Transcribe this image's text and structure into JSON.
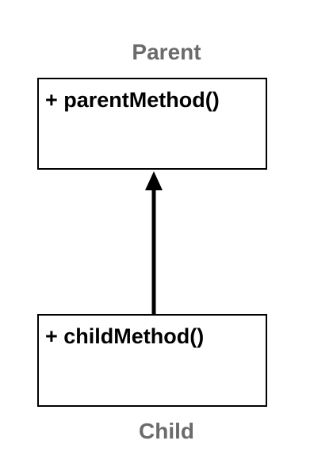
{
  "diagram": {
    "parent": {
      "name": "Parent",
      "method": "+ parentMethod()"
    },
    "child": {
      "name": "Child",
      "method": "+ childMethod()"
    },
    "relationship": "inheritance",
    "line_color": "#000000",
    "name_color": "#6b6b6b"
  }
}
